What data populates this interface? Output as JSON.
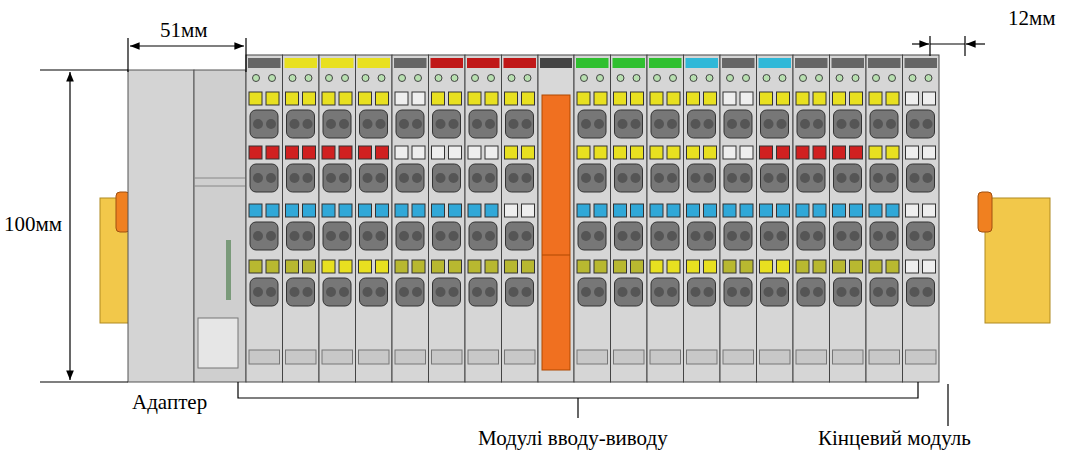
{
  "diagram": {
    "labels": [
      "51мм",
      "12мм",
      "100мм",
      "Адаптер",
      "Модулі вводу-виводу",
      "Кінцевий модуль"
    ]
  }
}
